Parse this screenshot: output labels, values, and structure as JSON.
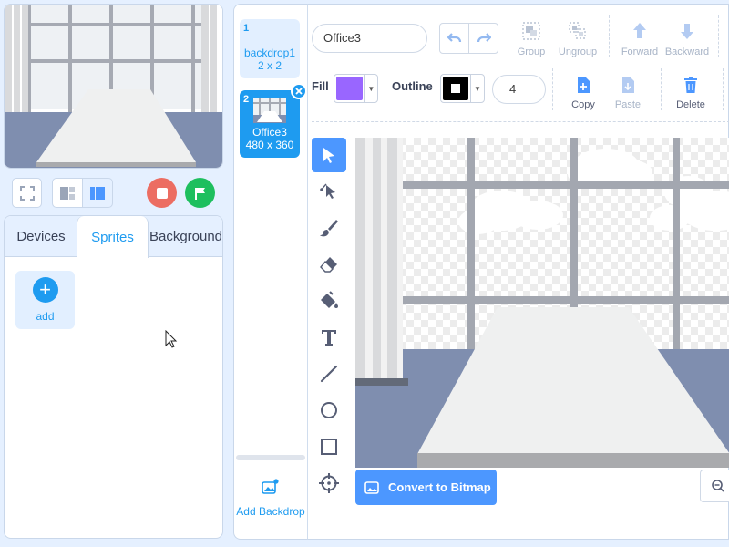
{
  "app": {
    "tabs": [
      {
        "label": "Devices"
      },
      {
        "label": "Sprites"
      },
      {
        "label": "Background"
      }
    ],
    "add_tile_label": "add"
  },
  "backdrops": [
    {
      "index": "1",
      "name": "backdrop1",
      "size": "2 x 2"
    },
    {
      "index": "2",
      "name": "Office3",
      "size": "480 x 360"
    }
  ],
  "add_backdrop_label": "Add Backdrop",
  "editor": {
    "costume_name": "Office3",
    "top_tools": {
      "group": "Group",
      "ungroup": "Ungroup",
      "forward": "Forward",
      "backward": "Backward"
    },
    "fill_label": "Fill",
    "outline_label": "Outline",
    "stroke_width": "4",
    "actions": {
      "copy": "Copy",
      "paste": "Paste",
      "delete": "Delete"
    },
    "convert_label": "Convert to Bitmap"
  },
  "colors": {
    "accent": "#1e9bf0",
    "fill_color": "#9966ff",
    "outline_color": "#000000",
    "stop": "#ec6d62",
    "go": "#1ebf5e"
  },
  "icons": {
    "tools": [
      "select-icon",
      "reshape-icon",
      "brush-icon",
      "eraser-icon",
      "fill-icon",
      "text-icon",
      "line-icon",
      "circle-icon",
      "rectangle-icon",
      "target-icon"
    ]
  }
}
